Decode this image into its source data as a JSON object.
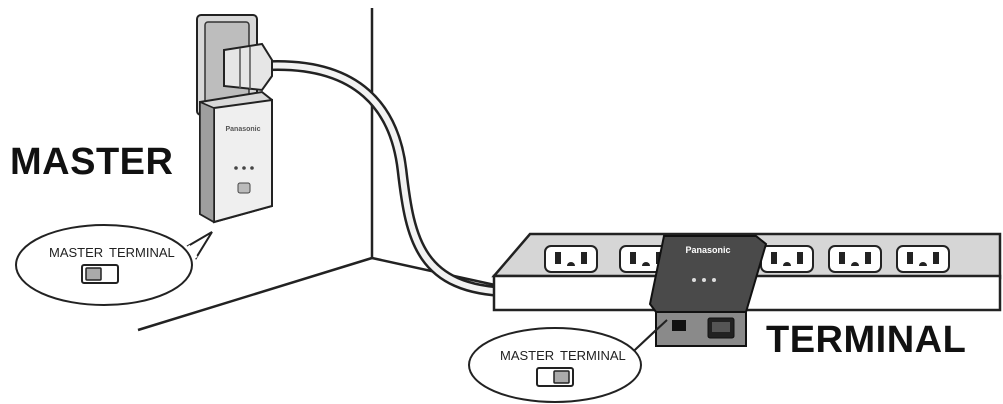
{
  "labels": {
    "master": "MASTER",
    "terminal": "TERMINAL"
  },
  "callouts": {
    "master_bubble": {
      "left_text": "MASTER",
      "right_text": "TERMINAL",
      "switch_position": "left"
    },
    "terminal_bubble": {
      "left_text": "MASTER",
      "right_text": "TERMINAL",
      "switch_position": "right"
    }
  },
  "devices": {
    "master_adapter": {
      "brand": "Panasonic"
    },
    "terminal_adapter": {
      "brand": "Panasonic"
    }
  }
}
